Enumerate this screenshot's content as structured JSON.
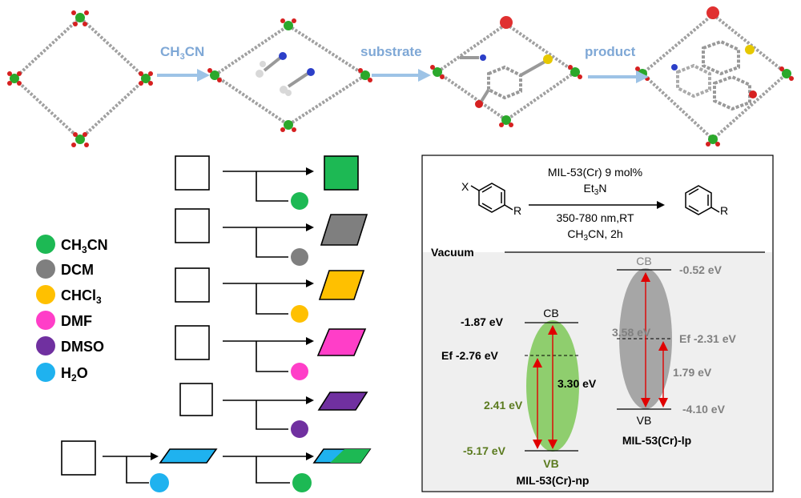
{
  "top_row": {
    "arrow_labels": [
      {
        "main": "CH",
        "sub": "3",
        "tail": "CN"
      },
      {
        "main": "substrate",
        "sub": "",
        "tail": ""
      },
      {
        "main": "product",
        "sub": "",
        "tail": ""
      }
    ]
  },
  "legend": [
    {
      "label": "CH",
      "sub": "3",
      "tail": "CN",
      "color": "#1db954"
    },
    {
      "label": "DCM",
      "sub": "",
      "tail": "",
      "color": "#7f7f7f"
    },
    {
      "label": "CHCl",
      "sub": "3",
      "tail": "",
      "color": "#ffc000"
    },
    {
      "label": "DMF",
      "sub": "",
      "tail": "",
      "color": "#ff3ec8"
    },
    {
      "label": "DMSO",
      "sub": "",
      "tail": "",
      "color": "#7030a0"
    },
    {
      "label": "H",
      "sub": "2",
      "tail": "O",
      "color": "#1fb2ef"
    }
  ],
  "reaction": {
    "reagent_line1": "MIL-53(Cr) 9 mol%",
    "reagent_line2_main": "Et",
    "reagent_line2_sub": "3",
    "reagent_line2_tail": "N",
    "condition_line1": "350-780 nm,RT",
    "condition_line2_main": "CH",
    "condition_line2_sub": "3",
    "condition_line2_tail": "CN, 2h",
    "substituent_x": "X",
    "substituent_r_left": "R",
    "substituent_r_right": "R"
  },
  "energy": {
    "vacuum_label": "Vacuum",
    "np": {
      "name": "MIL-53(Cr)-np",
      "cb_label": "CB",
      "vb_label": "VB",
      "cb_value": "-1.87 eV",
      "ef_label": "Ef -2.76 eV",
      "vb_value": "-5.17 eV",
      "gap_cb": "3.30 eV",
      "gap_ef": "2.41 eV",
      "fill": "#8fce6e",
      "value_color": "#5a7a1e"
    },
    "lp": {
      "name": "MIL-53(Cr)-lp",
      "cb_label": "CB",
      "vb_label": "VB",
      "cb_value": "-0.52 eV",
      "ef_label": "Ef -2.31 eV",
      "vb_value": "-4.10 eV",
      "gap_cb": "3.58 eV",
      "gap_ef": "1.79 eV",
      "fill": "#a6a6a6",
      "value_color": "#808080"
    }
  }
}
